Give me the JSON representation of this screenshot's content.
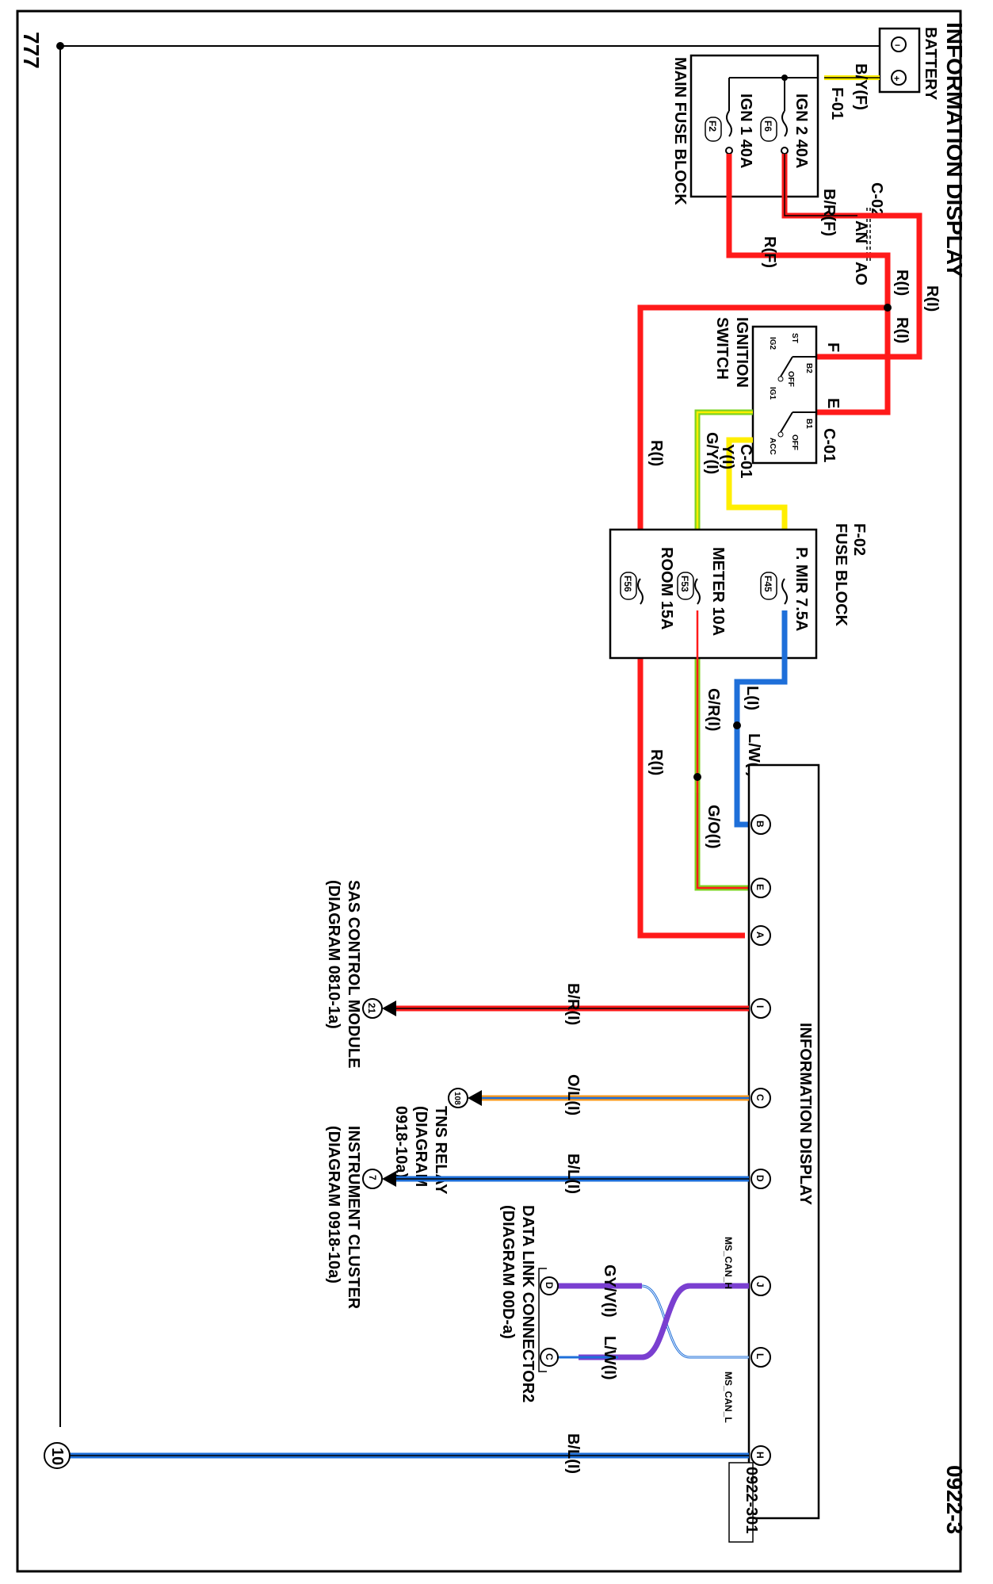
{
  "page": {
    "title": "INFORMATION DISPLAY",
    "page_no": "0922-3",
    "diagram_id": "0922-301",
    "ground_label": "777"
  },
  "components": {
    "battery": "BATTERY",
    "main_fuse_block": "MAIN FUSE BLOCK",
    "main_fuse_conn": "F-01",
    "fuse_ign2": "IGN 2 40A",
    "fuse_ign2_id": "F6",
    "fuse_ign1": "IGN 1 40A",
    "fuse_ign1_id": "F2",
    "ignition_switch_1": "IGNITION",
    "ignition_switch_2": "SWITCH",
    "fuse_block": "FUSE BLOCK",
    "fuse_block_conn": "F-02",
    "fuse_pmir": "P. MIR 7.5A",
    "fuse_pmir_id": "F45",
    "fuse_meter": "METER 10A",
    "fuse_meter_id": "F53",
    "fuse_room": "ROOM 15A",
    "fuse_room_id": "F56",
    "info_display": "INFORMATION DISPLAY",
    "conn_c02": "C-02",
    "conn_c02_an": "AN",
    "conn_c02_ao": "AO",
    "conn_c01": "C-01",
    "conn_c01b": "C-01",
    "sw_term_f": "F",
    "sw_term_e": "E",
    "sw_st": "ST",
    "sw_ig2": "IG2",
    "sw_b2": "B2",
    "sw_off1": "OFF",
    "sw_ig1": "IG1",
    "sw_b1": "B1",
    "sw_acc": "ACC",
    "sw_off2": "OFF"
  },
  "wires": {
    "by_f": "B/Y(F)",
    "br_f": "B/R(F)",
    "r_f": "R(F)",
    "r_i_1": "R(I)",
    "r_i_2": "R(I)",
    "r_i_3": "R(I)",
    "r_i_4": "R(I)",
    "r_i_5": "R(I)",
    "gy_i": "G/Y(I)",
    "y_i": "Y(I)",
    "l_i": "L(I)",
    "lw_i": "L/W(I)",
    "gr_i": "G/R(I)",
    "go_i": "G/O(I)",
    "br_i": "B/R(I)",
    "ol_i": "O/L(I)",
    "bl_i_1": "B/L(I)",
    "bl_i_2": "B/L(I)",
    "gyv_i": "GY/V(I)",
    "lw_i_2": "L/W(I)",
    "ms_can_h": "MS_CAN_H",
    "ms_can_l": "MS_CAN_L"
  },
  "pins": {
    "b": "B",
    "e": "E",
    "a": "A",
    "i": "I",
    "c": "C",
    "d": "D",
    "j": "J",
    "l": "L",
    "h": "H",
    "dl_d": "D",
    "dl_c": "C"
  },
  "references": {
    "sas_num": "21",
    "sas_1": "SAS CONTROL MODULE",
    "sas_2": "(DIAGRAM 0810-1a)",
    "tns_num": "108",
    "tns_1": "TNS RELAY",
    "tns_2": "(DIAGRAM",
    "tns_3": "0918-10a)",
    "ic_num": "7",
    "ic_1": "INSTRUMENT CLUSTER",
    "ic_2": "(DIAGRAM 0918-10a)",
    "dlc_1": "DATA LINK CONNECTOR2",
    "dlc_2": "(DIAGRAM 00D-a)",
    "ground_num": "10"
  },
  "colors": {
    "red": "#ff1a1a",
    "yellow": "#ffee00",
    "green": "#7dd321",
    "blue": "#1e6fd9",
    "black": "#000000",
    "orange": "#ff9a1a",
    "purple": "#7a3fd0"
  }
}
